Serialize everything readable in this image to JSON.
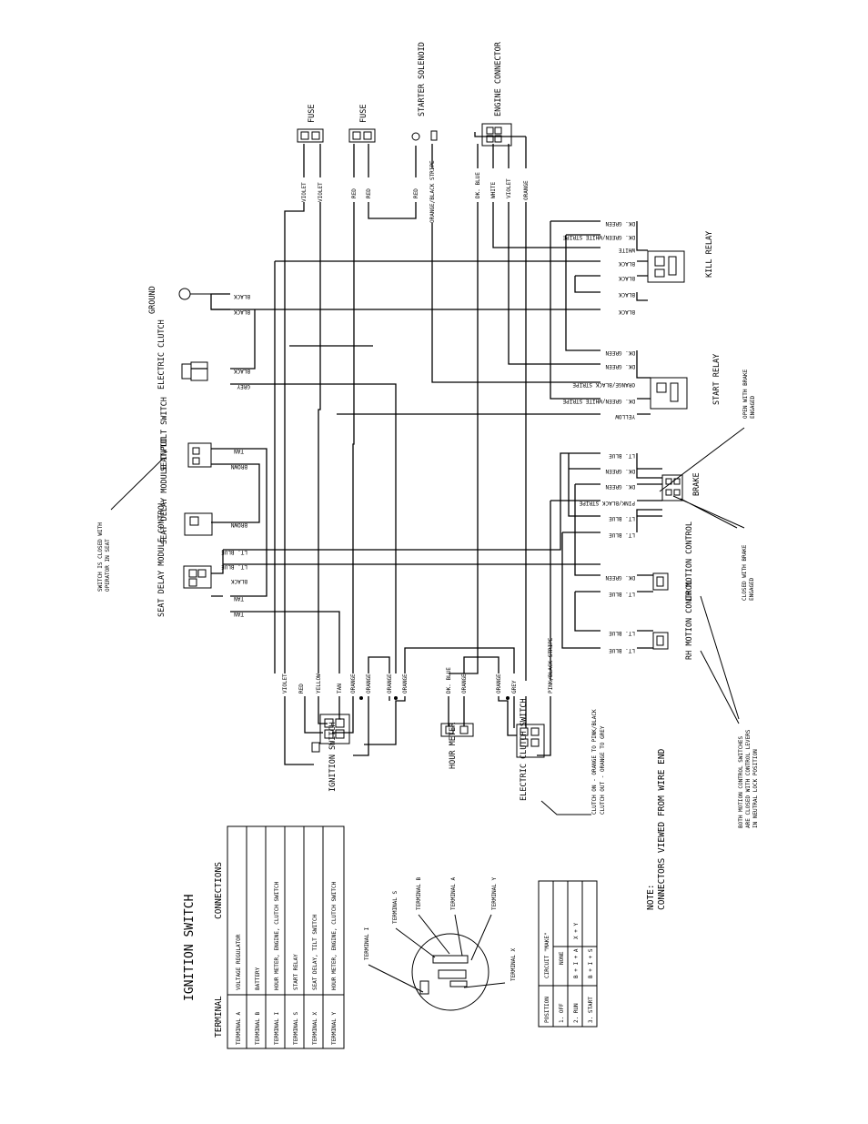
{
  "components": {
    "fuse": "FUSE",
    "starter_solenoid": "STARTER SOLENOID",
    "engine_connector": "ENGINE CONNECTOR",
    "kill_relay": "KILL RELAY",
    "ground": "GROUND",
    "electric_clutch": "ELECTRIC CLUTCH",
    "start_relay": "START RELAY",
    "seat_tilt_switch": "SEAT/TILT SWITCH",
    "seat_delay_input": "SEAT DELAY MODULE INPUT",
    "seat_delay_control": "SEAT DELAY MODULE CONTROL",
    "brake": "BRAKE",
    "lh_motion": "LH MOTION CONTROL",
    "rh_motion": "RH MOTION CONTROL",
    "ignition_switch": "IGNITION SWITCH",
    "hour_meter": "HOUR METER",
    "electric_clutch_switch": "ELECTRIC CLUTCH SWITCH"
  },
  "wire_colors": {
    "violet": "VIOLET",
    "red": "RED",
    "orange_black_stripe": "ORANGE/BLACK STRIPE",
    "dk_blue": "DK. BLUE",
    "white": "WHITE",
    "orange": "ORANGE",
    "dk_green": "DK. GREEN",
    "dk_green_white_stripe": "DK. GREEN/WHITE STRIPE",
    "black": "BLACK",
    "grey": "GREY",
    "orange_black_stripe_short": "ORANGE/BLACK STRIPE",
    "yellow": "YELLOW",
    "tan": "TAN",
    "brown": "BROWN",
    "lt_blue": "LT. BLUE",
    "pink_black_stripe": "PINK/BLACK STRIPE"
  },
  "notes": {
    "seat_switch": [
      "SWITCH IS CLOSED WITH",
      "OPERATOR IN SEAT"
    ],
    "brake_open": [
      "OPEN WITH BRAKE",
      "ENGAGED"
    ],
    "brake_closed": [
      "CLOSED WITH BRAKE",
      "ENGAGED"
    ],
    "motion_switches": [
      "BOTH MOTION CONTROL SWITCHES",
      "ARE CLOSED WITH CONTROL LEVERS",
      "IN NEUTRAL LOCK POSITION"
    ],
    "clutch": [
      "CLUTCH ON - ORANGE TO PINK/BLACK",
      "CLUTCH OUT - ORANGE TO GREY"
    ],
    "connectors": [
      "NOTE:",
      "CONNECTORS VIEWED FROM WIRE END"
    ]
  },
  "ignition_table": {
    "title": "IGNITION SWITCH",
    "headers": [
      "TERMINAL",
      "CONNECTIONS"
    ],
    "rows": [
      [
        "TERMINAL  A",
        "VOLTAGE REGULATOR"
      ],
      [
        "TERMINAL  B",
        "BATTERY"
      ],
      [
        "TERMINAL  I",
        "HOUR METER, ENGINE, CLUTCH SWITCH"
      ],
      [
        "TERMINAL  S",
        "START RELAY"
      ],
      [
        "TERMINAL  X",
        "SEAT DELAY, TILT SWITCH"
      ],
      [
        "TERMINAL  Y",
        "HOUR METER, ENGINE, CLUTCH SWITCH"
      ]
    ]
  },
  "terminals": {
    "t_i": "TERMINAL I",
    "t_s": "TERMINAL S",
    "t_b": "TERMINAL B",
    "t_a": "TERMINAL A",
    "t_y": "TERMINAL Y",
    "t_x": "TERMINAL X"
  },
  "position_table": {
    "headers": [
      "POSITION",
      "CIRCUIT \"MAKE\""
    ],
    "rows": [
      [
        "1. OFF",
        "NONE",
        ""
      ],
      [
        "2. RUN",
        "B + I + A",
        "X + Y"
      ],
      [
        "3. START",
        "B + I + S",
        ""
      ]
    ]
  }
}
